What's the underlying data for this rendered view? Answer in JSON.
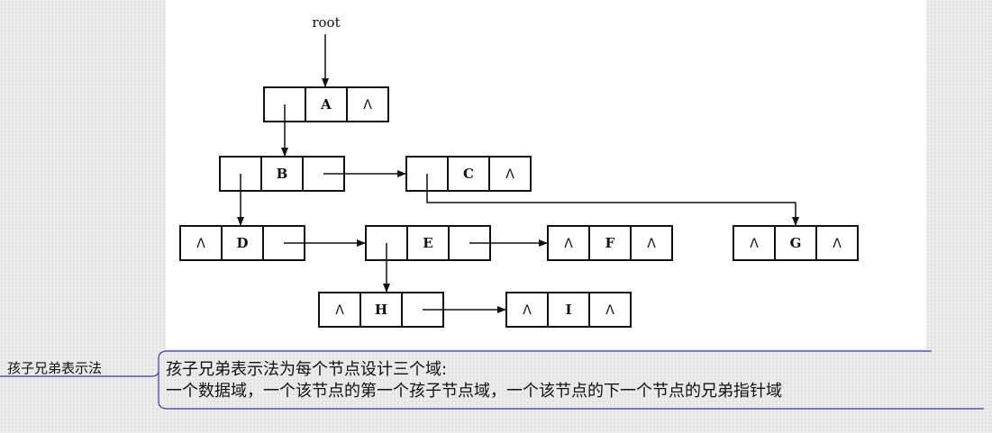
{
  "diagram": {
    "root_label": "root",
    "null_symbol": "Λ",
    "nodes": [
      {
        "id": "A",
        "cells": [
          "",
          "A",
          "Λ"
        ]
      },
      {
        "id": "B",
        "cells": [
          "",
          "B",
          ""
        ]
      },
      {
        "id": "C",
        "cells": [
          "",
          "C",
          "Λ"
        ]
      },
      {
        "id": "D",
        "cells": [
          "Λ",
          "D",
          ""
        ]
      },
      {
        "id": "E",
        "cells": [
          "",
          "E",
          ""
        ]
      },
      {
        "id": "F",
        "cells": [
          "Λ",
          "F",
          "Λ"
        ]
      },
      {
        "id": "G",
        "cells": [
          "Λ",
          "G",
          "Λ"
        ]
      },
      {
        "id": "H",
        "cells": [
          "Λ",
          "H",
          ""
        ]
      },
      {
        "id": "I",
        "cells": [
          "Λ",
          "I",
          "Λ"
        ]
      }
    ]
  },
  "caption": {
    "title": "孩子兄弟表示法",
    "lines": [
      "孩子兄弟表示法为每个节点设计三个域:",
      "一个数据域，一个该节点的第一个孩子节点域，一个该节点的下一个节点的兄弟指针域"
    ]
  },
  "colors": {
    "frame_line": "#3b3bb0",
    "figure_bg": "#ffffff",
    "page_bg": "#ebebeb"
  }
}
